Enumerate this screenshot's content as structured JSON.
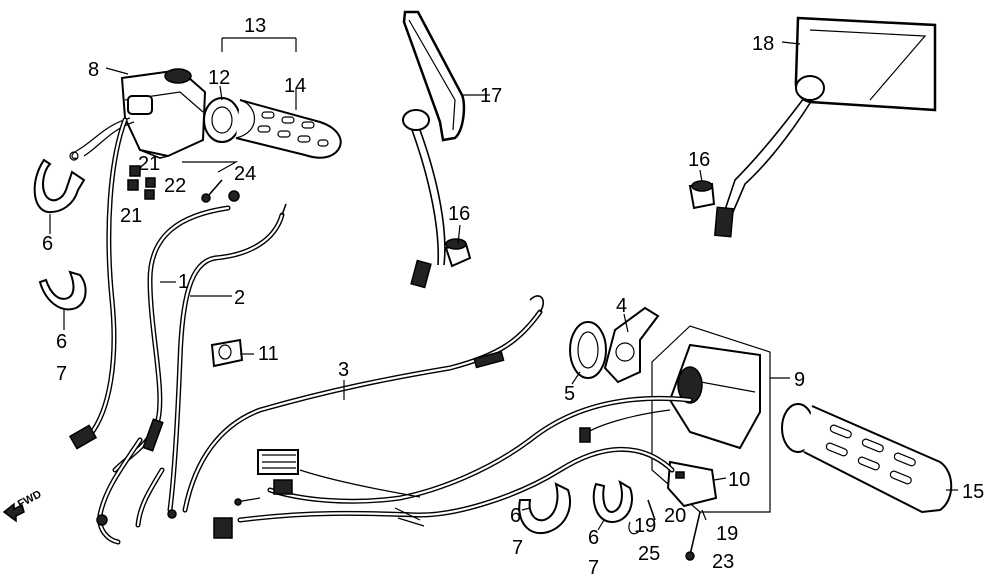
{
  "diagram": {
    "direction_label": "FWD",
    "callouts": {
      "c1": "1",
      "c2": "2",
      "c3": "3",
      "c4": "4",
      "c5": "5",
      "c6a": "6",
      "c6b": "6",
      "c6c": "6",
      "c6d": "6",
      "c7a": "7",
      "c7b": "7",
      "c7c": "7",
      "c8": "8",
      "c9": "9",
      "c10": "10",
      "c11": "11",
      "c12": "12",
      "c13": "13",
      "c14": "14",
      "c15": "15",
      "c16a": "16",
      "c16b": "16",
      "c17": "17",
      "c18": "18",
      "c19a": "19",
      "c19b": "19",
      "c20": "20",
      "c21a": "21",
      "c21b": "21",
      "c22": "22",
      "c23": "23",
      "c24": "24",
      "c25": "25"
    }
  }
}
